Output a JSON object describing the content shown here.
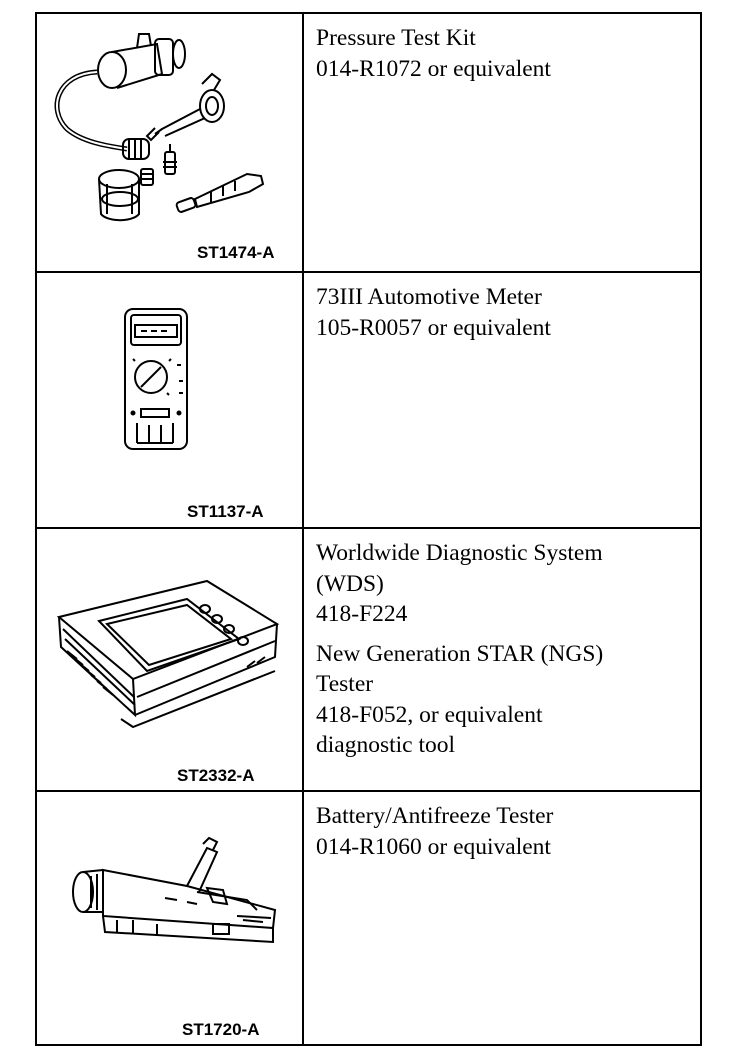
{
  "tools": [
    {
      "code": "ST1474-A",
      "icon": "pressure-test-kit-illustration",
      "lines": [
        "Pressure Test Kit",
        "014-R1072 or equivalent"
      ]
    },
    {
      "code": "ST1137-A",
      "icon": "automotive-meter-illustration",
      "lines": [
        "73III Automotive Meter",
        "105-R0057 or equivalent"
      ]
    },
    {
      "code": "ST2332-A",
      "icon": "diagnostic-system-illustration",
      "blocks": [
        [
          "Worldwide Diagnostic System",
          "(WDS)",
          "418-F224"
        ],
        [
          "New Generation STAR (NGS)",
          "Tester",
          "418-F052, or equivalent",
          "diagnostic tool"
        ]
      ]
    },
    {
      "code": "ST1720-A",
      "icon": "battery-antifreeze-tester-illustration",
      "lines": [
        "Battery/Antifreeze Tester",
        "014-R1060 or equivalent"
      ]
    }
  ]
}
